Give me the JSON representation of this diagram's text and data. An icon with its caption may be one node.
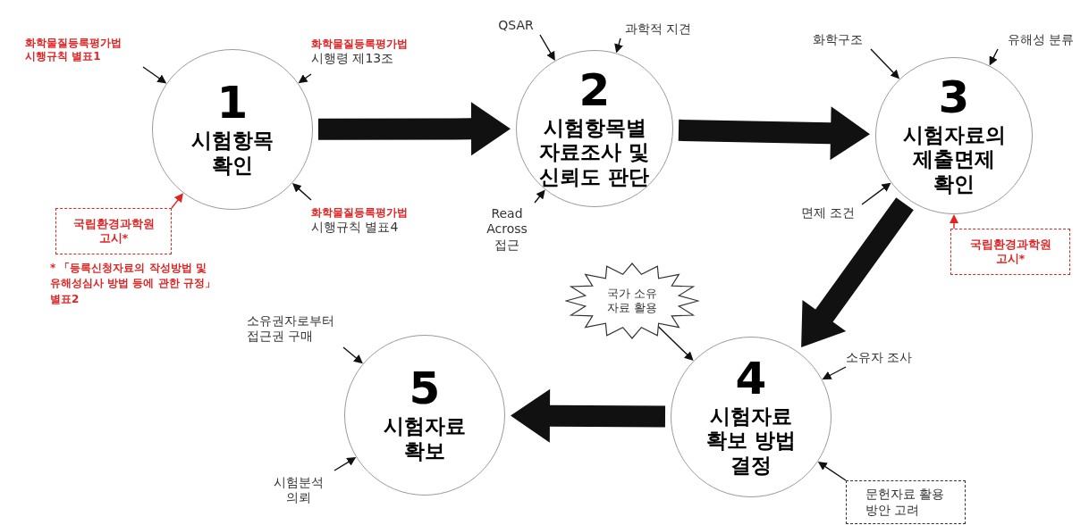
{
  "diagram": {
    "nodes": [
      {
        "text": [
          "1",
          "시험항목 확인"
        ]
      },
      {
        "text": [
          "2",
          "시험항목별 자료조사 및 신뢰도 판단"
        ]
      },
      {
        "text": [
          "3",
          "시험자료의 제출면제 확인"
        ]
      },
      {
        "text": [
          "4",
          "시험자료 확보 방법 결정"
        ]
      },
      {
        "text": [
          "5",
          "시험자료 확보"
        ]
      },
      {
        "text": [
          "화학물질등록평가법 시행규칙 별표1"
        ]
      },
      {
        "text": [
          "화학물질등록평가법",
          "시행령 제13조"
        ]
      },
      {
        "text": [
          "국립환경과학원 고시*"
        ]
      },
      {
        "text": [
          "화학물질등록평가법",
          "시행규칙 별표4"
        ]
      },
      {
        "text": [
          "QSAR"
        ]
      },
      {
        "text": [
          "과학적 지견"
        ]
      },
      {
        "text": [
          "Read Across 접근"
        ]
      },
      {
        "text": [
          "화학구조"
        ]
      },
      {
        "text": [
          "유해성 분류"
        ]
      },
      {
        "text": [
          "면제 조건"
        ]
      },
      {
        "text": [
          "국립환경과학원 고시*"
        ]
      },
      {
        "text": [
          "국가 소유 자료 활용"
        ]
      },
      {
        "text": [
          "소유자 조사"
        ]
      },
      {
        "text": [
          "문헌자료 활용 방안 고려"
        ]
      },
      {
        "text": [
          "소유권자로부터 접근권 구매"
        ]
      },
      {
        "text": [
          "시험분석 의뢰"
        ]
      }
    ],
    "edges": [
      {
        "from": 0,
        "to": 1,
        "arrow": "to",
        "style": "thick"
      },
      {
        "from": 1,
        "to": 2,
        "arrow": "to",
        "style": "thick"
      },
      {
        "from": 2,
        "to": 3,
        "arrow": "to",
        "style": "thick"
      },
      {
        "from": 3,
        "to": 4,
        "arrow": "to",
        "style": "thick"
      },
      {
        "from": 5,
        "to": 0,
        "arrow": "to"
      },
      {
        "from": 6,
        "to": 0,
        "arrow": "to"
      },
      {
        "from": 7,
        "to": 0,
        "arrow": "to",
        "color": "#e02424"
      },
      {
        "from": 8,
        "to": 0,
        "arrow": "to"
      },
      {
        "from": 9,
        "to": 1,
        "arrow": "to"
      },
      {
        "from": 10,
        "to": 1,
        "arrow": "to"
      },
      {
        "from": 11,
        "to": 1,
        "arrow": "to"
      },
      {
        "from": 12,
        "to": 2,
        "arrow": "to"
      },
      {
        "from": 13,
        "to": 2,
        "arrow": "to"
      },
      {
        "from": 14,
        "to": 2,
        "arrow": "to"
      },
      {
        "from": 15,
        "to": 2,
        "arrow": "to",
        "color": "#e02424"
      },
      {
        "from": 16,
        "to": 3,
        "arrow": "to"
      },
      {
        "from": 17,
        "to": 3,
        "arrow": "to"
      },
      {
        "from": 18,
        "to": 3,
        "arrow": "to"
      },
      {
        "from": 19,
        "to": 4,
        "arrow": "to"
      },
      {
        "from": 20,
        "to": 4,
        "arrow": "to"
      }
    ],
    "labels": [
      "* 「등록신청자료의 작성방법 및 유해성심사 방법 등에 관한 규정」 별표2"
    ]
  }
}
